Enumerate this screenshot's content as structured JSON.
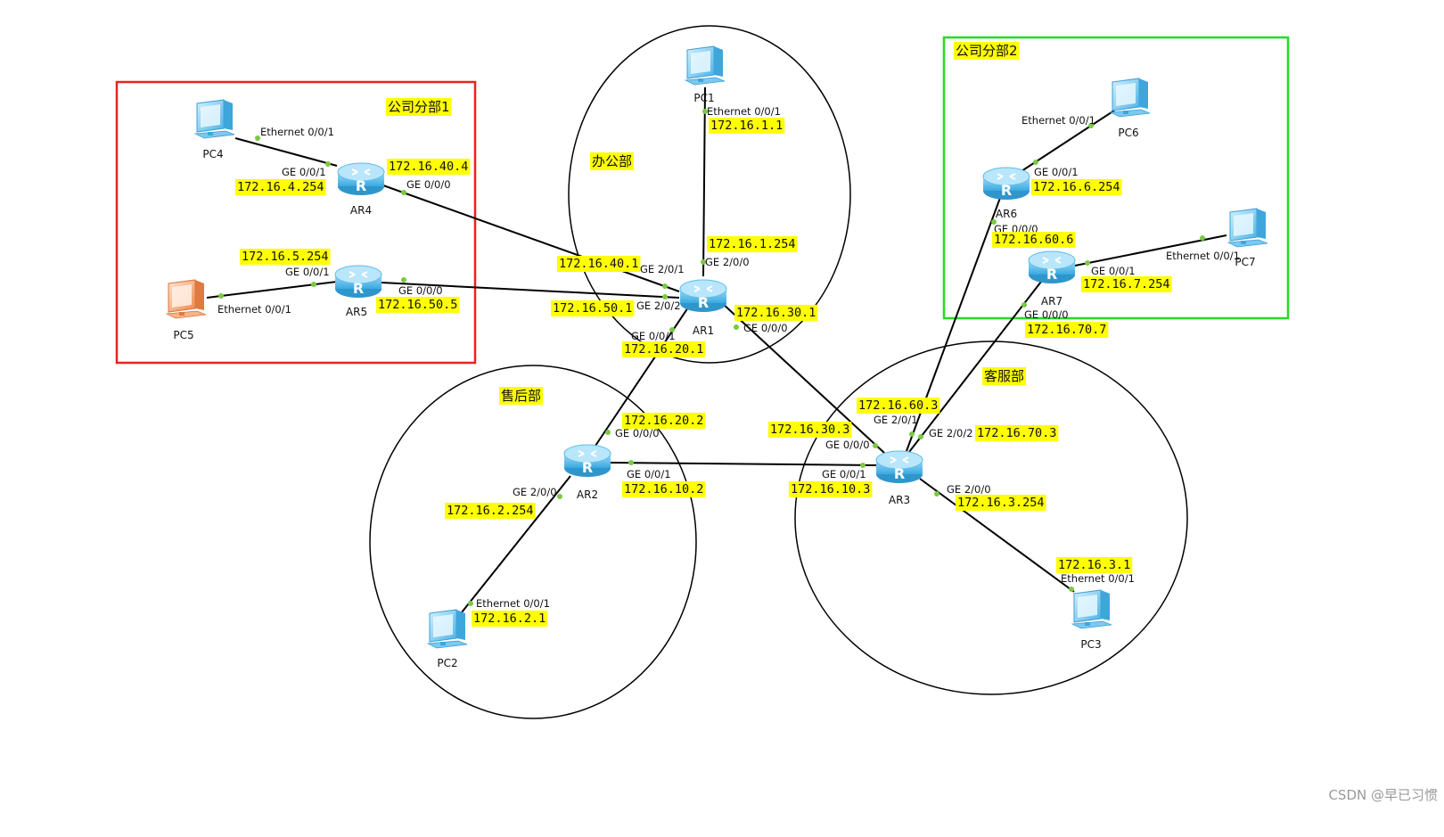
{
  "colors": {
    "highlight": "#ffff00",
    "branch1_border": "#e8231f",
    "branch2_border": "#22dd22",
    "router_body": "#5fc0ee",
    "pc_blue": "#7fcdf2",
    "pc_orange": "#f5a878",
    "port_dot": "#7ac943",
    "link": "#000000"
  },
  "areas": {
    "branch1": "公司分部1",
    "branch2": "公司分部2",
    "office": "办公部",
    "after_sales": "售后部",
    "customer_service": "客服部"
  },
  "devices": {
    "ar1": {
      "name": "AR1",
      "icon": "router-icon"
    },
    "ar2": {
      "name": "AR2",
      "icon": "router-icon"
    },
    "ar3": {
      "name": "AR3",
      "icon": "router-icon"
    },
    "ar4": {
      "name": "AR4",
      "icon": "router-icon"
    },
    "ar5": {
      "name": "AR5",
      "icon": "router-icon"
    },
    "ar6": {
      "name": "AR6",
      "icon": "router-icon"
    },
    "ar7": {
      "name": "AR7",
      "icon": "router-icon"
    },
    "pc1": {
      "name": "PC1",
      "icon": "pc-icon"
    },
    "pc2": {
      "name": "PC2",
      "icon": "pc-icon"
    },
    "pc3": {
      "name": "PC3",
      "icon": "pc-icon"
    },
    "pc4": {
      "name": "PC4",
      "icon": "pc-icon"
    },
    "pc5": {
      "name": "PC5",
      "icon": "pc-icon"
    },
    "pc6": {
      "name": "PC6",
      "icon": "pc-icon"
    },
    "pc7": {
      "name": "PC7",
      "icon": "pc-icon"
    }
  },
  "ports": {
    "pc4_e001": "Ethernet 0/0/1",
    "ar4_ge001": "GE 0/0/1",
    "ar4_ge000": "GE 0/0/0",
    "ar5_ge001": "GE 0/0/1",
    "ar5_ge000": "GE 0/0/0",
    "pc5_e001": "Ethernet 0/0/1",
    "pc1_e001": "Ethernet 0/0/1",
    "ar1_ge200": "GE 2/0/0",
    "ar1_ge201": "GE 2/0/1",
    "ar1_ge202": "GE 2/0/2",
    "ar1_ge001": "GE 0/0/1",
    "ar1_ge000": "GE 0/0/0",
    "pc6_e001": "Ethernet 0/0/1",
    "ar6_ge001": "GE 0/0/1",
    "ar6_ge000": "GE 0/0/0",
    "pc7_e001": "Ethernet 0/0/1",
    "ar7_ge001": "GE 0/0/1",
    "ar7_ge000": "GE 0/0/0",
    "ar2_ge000": "GE 0/0/0",
    "ar2_ge001": "GE 0/0/1",
    "ar2_ge200": "GE 2/0/0",
    "pc2_e001": "Ethernet 0/0/1",
    "ar3_ge201": "GE 2/0/1",
    "ar3_ge202": "GE 2/0/2",
    "ar3_ge000": "GE 0/0/0",
    "ar3_ge001": "GE 0/0/1",
    "ar3_ge200": "GE 2/0/0",
    "pc3_e001": "Ethernet 0/0/1"
  },
  "ips": {
    "ar4_g0": "172.16.40.4",
    "ar4_g1": "172.16.4.254",
    "ar5_g1": "172.16.5.254",
    "ar5_g0": "172.16.50.5",
    "pc1": "172.16.1.1",
    "ar1_g200": "172.16.1.254",
    "ar1_g201": "172.16.40.1",
    "ar1_g202": "172.16.50.1",
    "ar1_g000": "172.16.30.1",
    "ar1_g001": "172.16.20.1",
    "ar6_g1": "172.16.6.254",
    "ar6_g0": "172.16.60.6",
    "ar7_g1": "172.16.7.254",
    "ar7_g0": "172.16.70.7",
    "ar2_g0": "172.16.20.2",
    "ar2_g1": "172.16.10.2",
    "ar2_g200": "172.16.2.254",
    "pc2": "172.16.2.1",
    "ar3_g201": "172.16.60.3",
    "ar3_g0": "172.16.30.3",
    "ar3_g202": "172.16.70.3",
    "ar3_g1": "172.16.10.3",
    "ar3_g200": "172.16.3.254",
    "pc3": "172.16.3.1"
  },
  "watermark": "CSDN @早已习惯"
}
